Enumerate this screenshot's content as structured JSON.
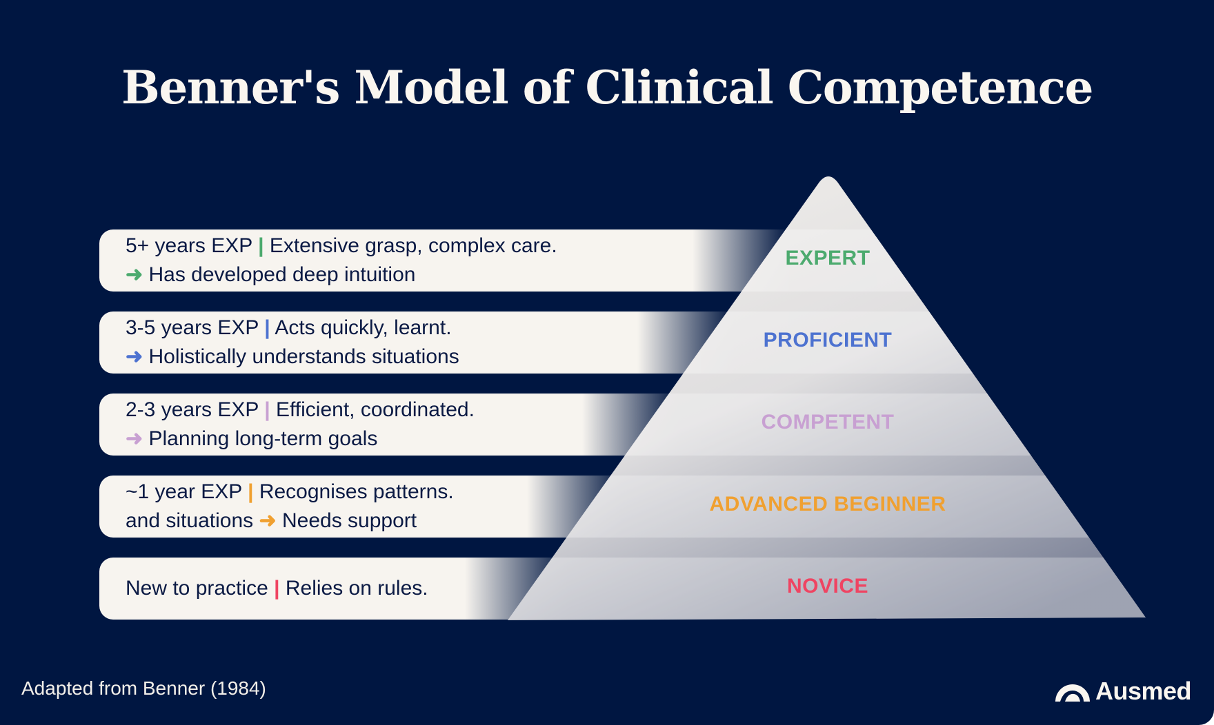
{
  "title": "Benner's Model of Clinical Competence",
  "colors": {
    "background": "#001641",
    "expert": "#4caa6e",
    "proficient": "#4d72d0",
    "competent": "#c8a0d2",
    "advanced_beginner": "#f0a030",
    "novice": "#ef4462"
  },
  "levels": [
    {
      "name": "EXPERT",
      "line1_a": "5+ years EXP",
      "line1_b": "Extensive grasp, complex care.",
      "line2_arrow": "➜",
      "line2_b": "Has developed deep intuition"
    },
    {
      "name": "PROFICIENT",
      "line1_a": "3-5 years EXP",
      "line1_b": "Acts quickly, learnt.",
      "line2_arrow": "➜",
      "line2_b": "Holistically understands situations"
    },
    {
      "name": "COMPETENT",
      "line1_a": "2-3 years EXP",
      "line1_b": "Efficient, coordinated.",
      "line2_arrow": "➜",
      "line2_b": "Planning long-term goals"
    },
    {
      "name": "ADVANCED BEGINNER",
      "line1_a": "~1 year EXP",
      "line1_b": "Recognises patterns.",
      "line2_a": "and situations",
      "line2_arrow": "➜",
      "line2_b": "Needs support"
    },
    {
      "name": "NOVICE",
      "line1_a": "New to practice",
      "line1_b": "Relies on rules."
    }
  ],
  "separator": "|",
  "footer": "Adapted from Benner (1984)",
  "logo": "Ausmed"
}
